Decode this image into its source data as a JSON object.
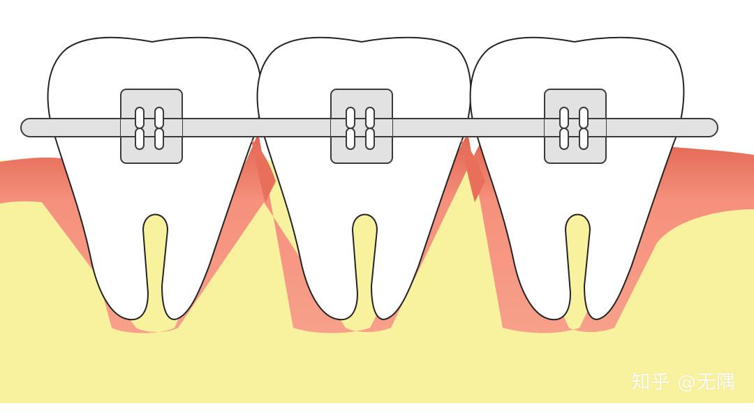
{
  "watermark": {
    "text": "知乎 @无隅"
  },
  "colors": {
    "bone": "#f8f19e",
    "gum": "#f5917d",
    "gum_dark": "#e0634f",
    "tooth": "#ffffff",
    "outline": "#222222",
    "metal": "#e2e2e2",
    "metal_outline": "#3a3a3a"
  },
  "illustration": {
    "teeth_count": 3,
    "brackets_count": 3,
    "description_icon": "orthodontic-braces"
  }
}
